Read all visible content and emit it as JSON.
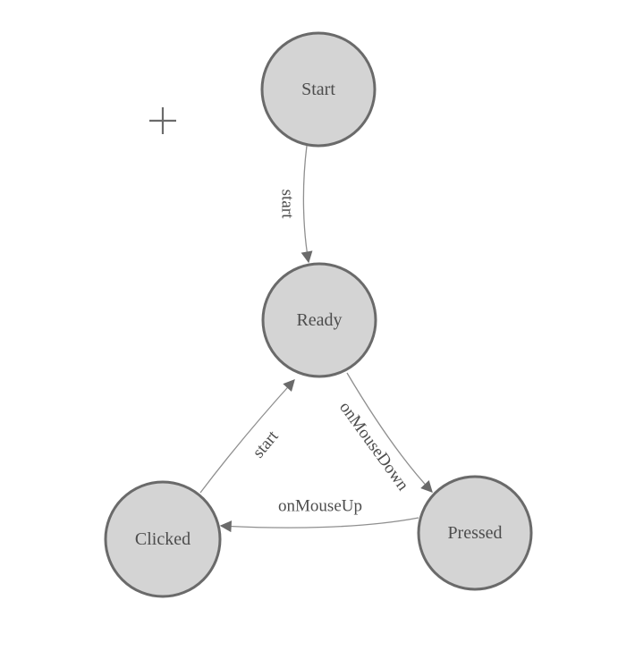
{
  "diagram": {
    "states": [
      {
        "label": "Start"
      },
      {
        "label": "Ready"
      },
      {
        "label": "Clicked"
      },
      {
        "label": "Pressed"
      }
    ],
    "transitions": [
      {
        "from": "Start",
        "to": "Ready",
        "label": "start"
      },
      {
        "from": "Ready",
        "to": "Pressed",
        "label": "onMouseDown"
      },
      {
        "from": "Pressed",
        "to": "Clicked",
        "label": "onMouseUp"
      },
      {
        "from": "Clicked",
        "to": "Ready",
        "label": "start"
      }
    ],
    "icons": [
      {
        "name": "crosshair-cursor-icon"
      }
    ],
    "colors": {
      "background": "#ffffff",
      "node_fill": "#d4d4d4",
      "node_border": "#6a6a6a",
      "edge_line": "#8f8f8f",
      "arrowhead": "#6a6a6a",
      "label_text": "#4d4d4d",
      "crosshair": "#6b6b6b"
    }
  }
}
